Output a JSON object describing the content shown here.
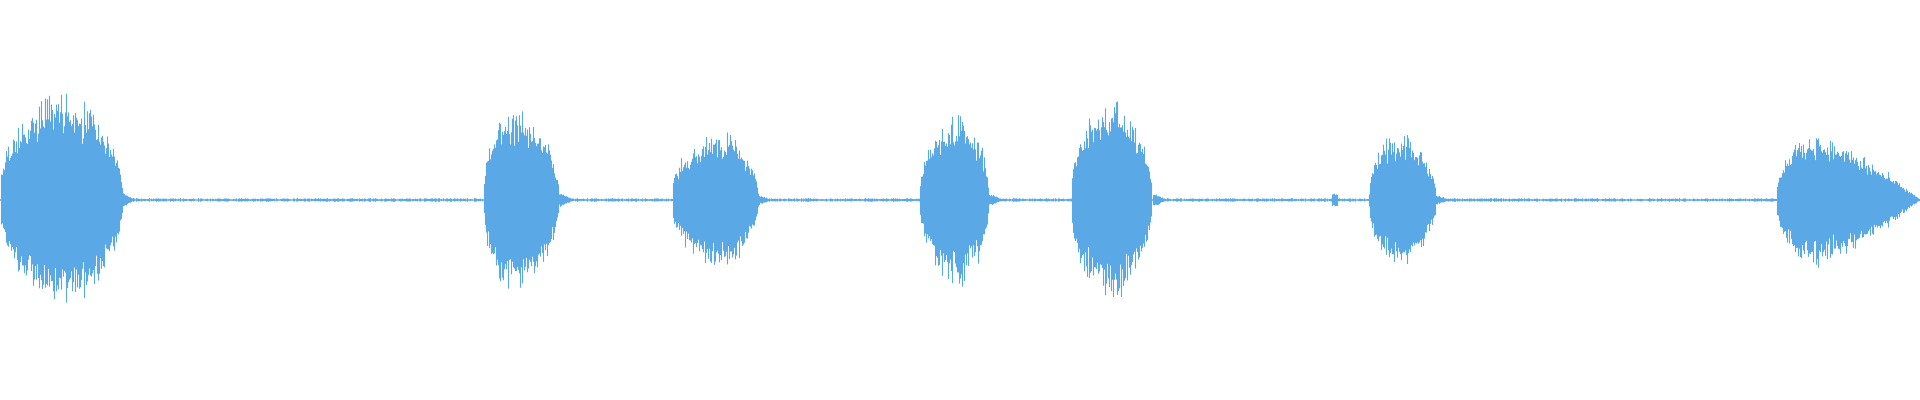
{
  "waveform": {
    "color": "#5aa9e6",
    "background": "#ffffff",
    "time_range": [
      0.0,
      1.0
    ],
    "amplitude_range": [
      -1.0,
      1.0
    ],
    "baseline_amplitude": 0.006,
    "bursts": [
      {
        "start": 0.0,
        "end": 0.064,
        "peak_time": 0.027,
        "peak_amplitude": 0.52,
        "attack": "sharp",
        "shape": "dome",
        "tail_end": 0.07
      },
      {
        "start": 0.252,
        "end": 0.291,
        "peak_time": 0.264,
        "peak_amplitude": 0.45,
        "attack": "sharp",
        "shape": "dome",
        "tail_end": 0.3
      },
      {
        "start": 0.35,
        "end": 0.395,
        "peak_time": 0.372,
        "peak_amplitude": 0.34,
        "attack": "sharp",
        "shape": "dome",
        "tail_end": 0.402
      },
      {
        "start": 0.479,
        "end": 0.515,
        "peak_time": 0.497,
        "peak_amplitude": 0.41,
        "attack": "sharp",
        "shape": "dome",
        "tail_end": 0.523
      },
      {
        "start": 0.558,
        "end": 0.6,
        "peak_time": 0.575,
        "peak_amplitude": 0.49,
        "attack": "sharp",
        "shape": "dome",
        "tail_end": 0.608
      },
      {
        "start": 0.713,
        "end": 0.748,
        "peak_time": 0.725,
        "peak_amplitude": 0.32,
        "attack": "sharp",
        "shape": "dome",
        "tail_end": 0.756
      },
      {
        "start": 0.925,
        "end": 1.0,
        "peak_time": 0.945,
        "peak_amplitude": 0.34,
        "attack": "sharp",
        "shape": "decay",
        "tail_end": 1.0
      }
    ],
    "clicks": [
      {
        "time": 0.695,
        "amplitude": 0.03
      }
    ]
  }
}
